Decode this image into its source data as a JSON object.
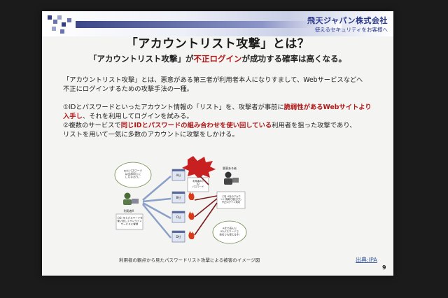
{
  "company": {
    "name": "飛天ジャパン株式会社",
    "tagline": "使えるセキュリティをお客様へ"
  },
  "title": "「アカウントリスト攻撃」とは？",
  "subtitle": {
    "a": "「アカウントリスト攻撃」が",
    "b": "不正ログイン",
    "c": "が成功する確率は高くなる。"
  },
  "definition": {
    "line1": "「アカウントリスト攻撃」とは、悪意がある第三者が利用者本人になりすまして、Webサービスなどへ",
    "line2": "不正にログインするための攻撃手法の一種。"
  },
  "point1": {
    "a": "①IDとパスワードといったアカウント情報の「リスト」を、攻撃者が事前に",
    "b": "脆弱性があるWebサイトより",
    "c": "入手し",
    "d": "、それを利用してログインを試みる。"
  },
  "point2": {
    "a": "②複数のサービスで",
    "b": "同じIDとパスワードの組み合わせを使い回している",
    "c": "利用者を狙った攻撃であり、",
    "d": "リストを用いて一気に多数のアカウントに攻撃をしかける。"
  },
  "diagram": {
    "cloud_user": "IDとパスワード\nは全部同じに\nしちゃおう。",
    "user_label": "利用者X",
    "user_box": "【1】IDとパスワードを\n使い回してオンライン\nサービスに登録",
    "attacker_label": "悪意ある者",
    "list_box": "利用者Xの\nID\nパスワード",
    "attacker_box": "【2】A社のアカウ\nント情報で他社でも\n不正ログイン成功",
    "cloud_attacker": "A社で盗んだ\nID/パスワードで\n他社でも使えるぞ!",
    "servers": [
      "A社",
      "B社",
      "C社",
      "D社"
    ]
  },
  "caption": "利用者の観点から見たパスワードリスト攻撃による被害のイメージ図",
  "source": "出典:IPA",
  "page": "9"
}
